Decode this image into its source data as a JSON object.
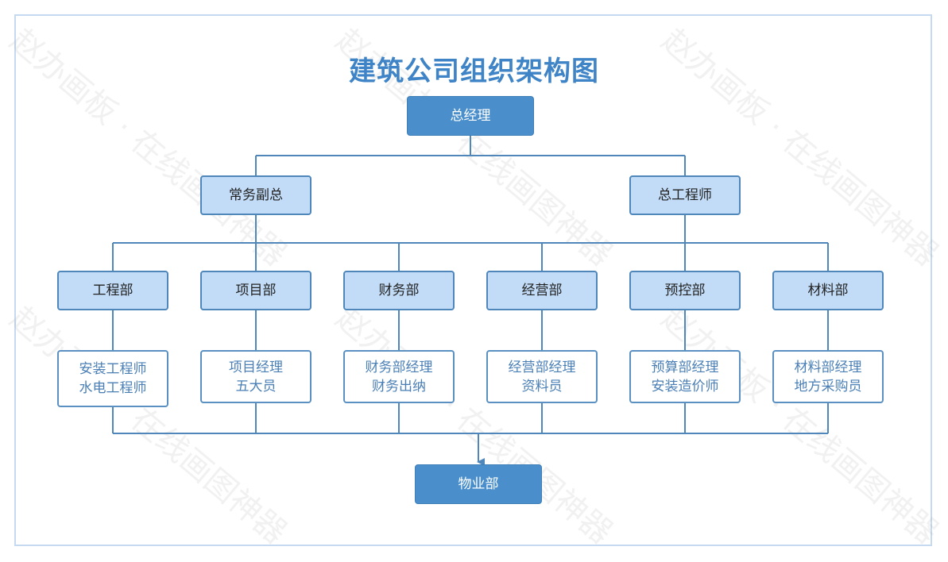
{
  "title": "建筑公司组织架构图",
  "watermark": "赵办画板 · 在线画图神器",
  "nodes": {
    "ceo": "总经理",
    "vp": "常务副总",
    "chief_engineer": "总工程师",
    "property": "物业部"
  },
  "departments": [
    {
      "name": "工程部",
      "roles": [
        "安装工程师",
        "水电工程师"
      ]
    },
    {
      "name": "项目部",
      "roles": [
        "项目经理",
        "五大员"
      ]
    },
    {
      "name": "财务部",
      "roles": [
        "财务部经理",
        "财务出纳"
      ]
    },
    {
      "name": "经营部",
      "roles": [
        "经营部经理",
        "资料员"
      ]
    },
    {
      "name": "预控部",
      "roles": [
        "预算部经理",
        "安装造价师"
      ]
    },
    {
      "name": "材料部",
      "roles": [
        "材料部经理",
        "地方采购员"
      ]
    }
  ],
  "colors": {
    "dark_node": "#4a8fcc",
    "mid_node": "#c2dcf8",
    "line": "#4f87bb",
    "title": "#3f84c6"
  }
}
